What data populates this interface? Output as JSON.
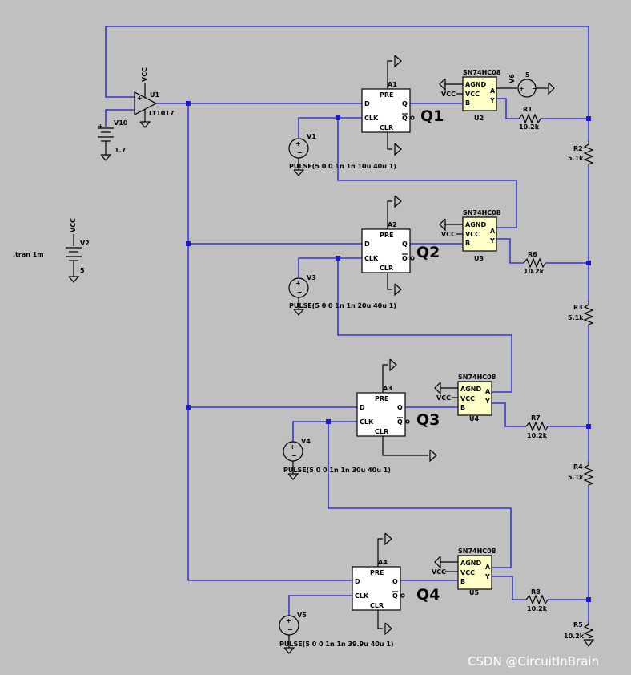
{
  "directive": ".tran 1m",
  "watermark": "CSDN @CircuitInBrain",
  "opamp": {
    "name": "U1",
    "model": "LT1017",
    "supply": "VCC"
  },
  "ref_source": {
    "name": "V10",
    "value": "1.7"
  },
  "supply_source": {
    "name": "V2",
    "label": "VCC",
    "value": "5"
  },
  "v6": {
    "name": "V6",
    "value": "5"
  },
  "stages": [
    {
      "ff": "A1",
      "out_label": "Q1",
      "clk_src": "V1",
      "pulse": "PULSE(5 0 0 1n 1n 10u 40u 1)",
      "gate": "U2",
      "gate_model": "SN74HC08",
      "res": "R1",
      "res_val": "10.2k"
    },
    {
      "ff": "A2",
      "out_label": "Q2",
      "clk_src": "V3",
      "pulse": "PULSE(5 0 0 1n 1n 20u 40u 1)",
      "gate": "U3",
      "gate_model": "SN74HC08",
      "res": "R6",
      "res_val": "10.2k"
    },
    {
      "ff": "A3",
      "out_label": "Q3",
      "clk_src": "V4",
      "pulse": "PULSE(5 0 0 1n 1n 30u 40u 1)",
      "gate": "U4",
      "gate_model": "SN74HC08",
      "res": "R7",
      "res_val": "10.2k"
    },
    {
      "ff": "A4",
      "out_label": "Q4",
      "clk_src": "V5",
      "pulse": "PULSE(5 0 0 1n 1n 39.9u 40u 1)",
      "gate": "U5",
      "gate_model": "SN74HC08",
      "res": "R8",
      "res_val": "10.2k"
    }
  ],
  "ladder": [
    {
      "name": "R2",
      "value": "5.1k"
    },
    {
      "name": "R3",
      "value": "5.1k"
    },
    {
      "name": "R4",
      "value": "5.1k"
    },
    {
      "name": "R5",
      "value": "10.2k"
    }
  ],
  "pins": {
    "pre": "PRE",
    "clr": "CLR",
    "d": "D",
    "q": "Q",
    "clk": "CLK",
    "qbar": "Q",
    "agnd": "AGND",
    "vcc": "VCC",
    "a": "A",
    "b": "B",
    "y": "Y",
    "vcc_net": "VCC"
  }
}
